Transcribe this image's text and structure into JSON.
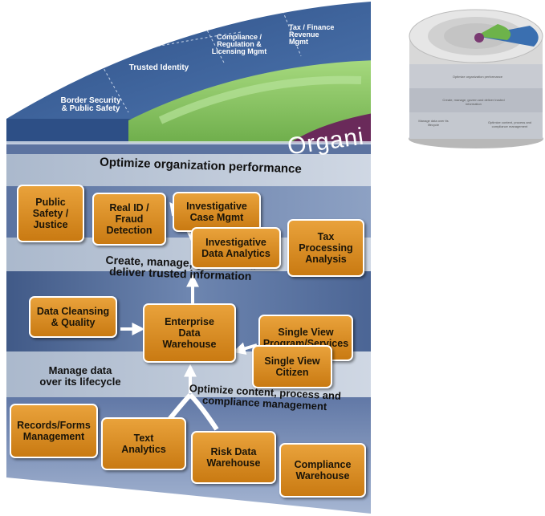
{
  "segments": {
    "border_security": "Border Security\n& Public Safety",
    "trusted_identity": "Trusted Identity",
    "compliance": "Compliance /\nRegulation &\nLicensing Mgmt",
    "tax_finance": "Tax / Finance\nRevenue\nMgmt"
  },
  "organization_text": "Organi",
  "bands": {
    "optimize_performance": "Optimize organization performance",
    "create_manage": "Create, manage, govern and\ndeliver trusted information",
    "manage_lifecycle": "Manage data\nover its lifecycle",
    "optimize_content": "Optimize content, process and\ncompliance management"
  },
  "boxes": {
    "public_safety": "Public\nSafety /\nJustice",
    "real_id": "Real ID /\nFraud\nDetection",
    "investigative_case": "Investigative\nCase Mgmt",
    "investigative_data": "Investigative\nData Analytics",
    "tax_processing": "Tax\nProcessing\nAnalysis",
    "data_cleansing": "Data Cleansing\n& Quality",
    "enterprise_dw": "Enterprise\nData\nWarehouse",
    "single_view_program": "Single View\nProgram/Services",
    "single_view_citizen": "Single View\nCitizen",
    "records_forms": "Records/Forms\nManagement",
    "text_analytics": "Text\nAnalytics",
    "risk_dw": "Risk Data\nWarehouse",
    "compliance_wh": "Compliance\nWarehouse"
  },
  "thumbnail": {
    "line1": "Optimize organization performance",
    "line2": "Create, manage, govern and deliver trusted information",
    "line3": "Manage data over its lifecycle",
    "line4": "Optimize content, process and compliance management"
  },
  "colors": {
    "top_blue": "#3a5f98",
    "green_ring": "#7fbf5c",
    "purple": "#6a2a5a",
    "band_light": "#b8c4d6",
    "band_dark": "#4c6591",
    "box_orange": "#d98c22"
  }
}
